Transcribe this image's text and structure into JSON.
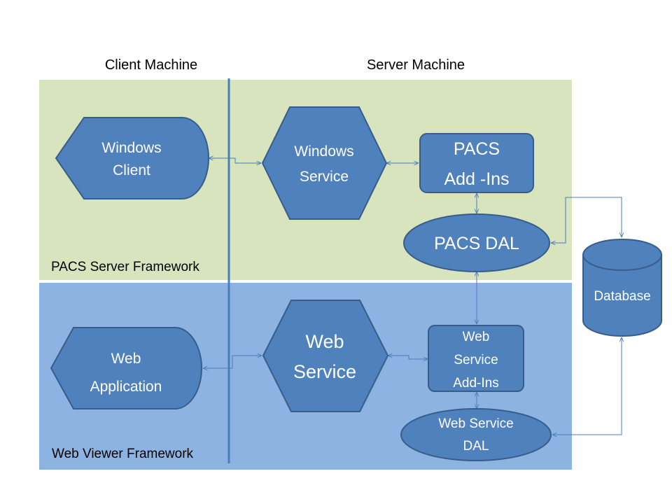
{
  "headers": {
    "client_machine": "Client Machine",
    "server_machine": "Server Machine"
  },
  "regions": {
    "pacs_framework": "PACS Server Framework",
    "web_viewer_framework": "Web Viewer Framework"
  },
  "nodes": {
    "windows_client": {
      "line1": "Windows",
      "line2": "Client"
    },
    "windows_service": {
      "line1": "Windows",
      "line2": "Service"
    },
    "pacs_addins": {
      "line1": "PACS",
      "line2": "Add -Ins"
    },
    "pacs_dal": {
      "line1": "PACS DAL"
    },
    "database": {
      "line1": "Database"
    },
    "web_application": {
      "line1": "Web",
      "line2": "Application"
    },
    "web_service": {
      "line1": "Web",
      "line2": "Service"
    },
    "web_service_addins": {
      "line1": "Web",
      "line2": "Service",
      "line3": "Add-Ins"
    },
    "web_service_dal": {
      "line1": "Web Service",
      "line2": "DAL"
    }
  },
  "colors": {
    "pacs_region": "#d7e4bd",
    "web_region": "#8db3e2",
    "shape_fill": "#4f81bd",
    "shape_stroke": "#385d8a",
    "divider": "#4a7ebb",
    "connector": "#4a7ebb"
  }
}
